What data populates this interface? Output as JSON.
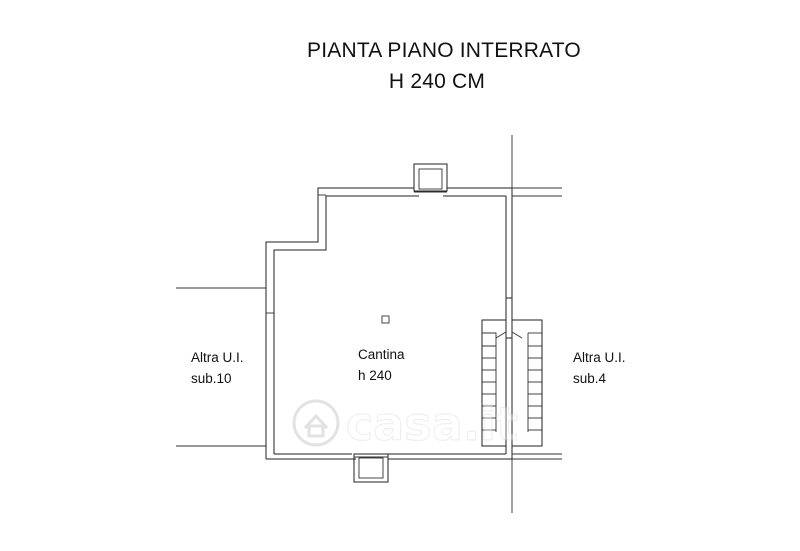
{
  "title": {
    "line1": "PIANTA PIANO INTERRATO",
    "line2": "H 240 CM"
  },
  "rooms": {
    "cantina": {
      "name": "Cantina",
      "height": "h 240"
    },
    "left_unit": {
      "name": "Altra U.I.",
      "sub": "sub.10"
    },
    "right_unit": {
      "name": "Altra U.I.",
      "sub": "sub.4"
    }
  },
  "watermark": {
    "brand": "casa.it",
    "icon": "house-icon"
  }
}
